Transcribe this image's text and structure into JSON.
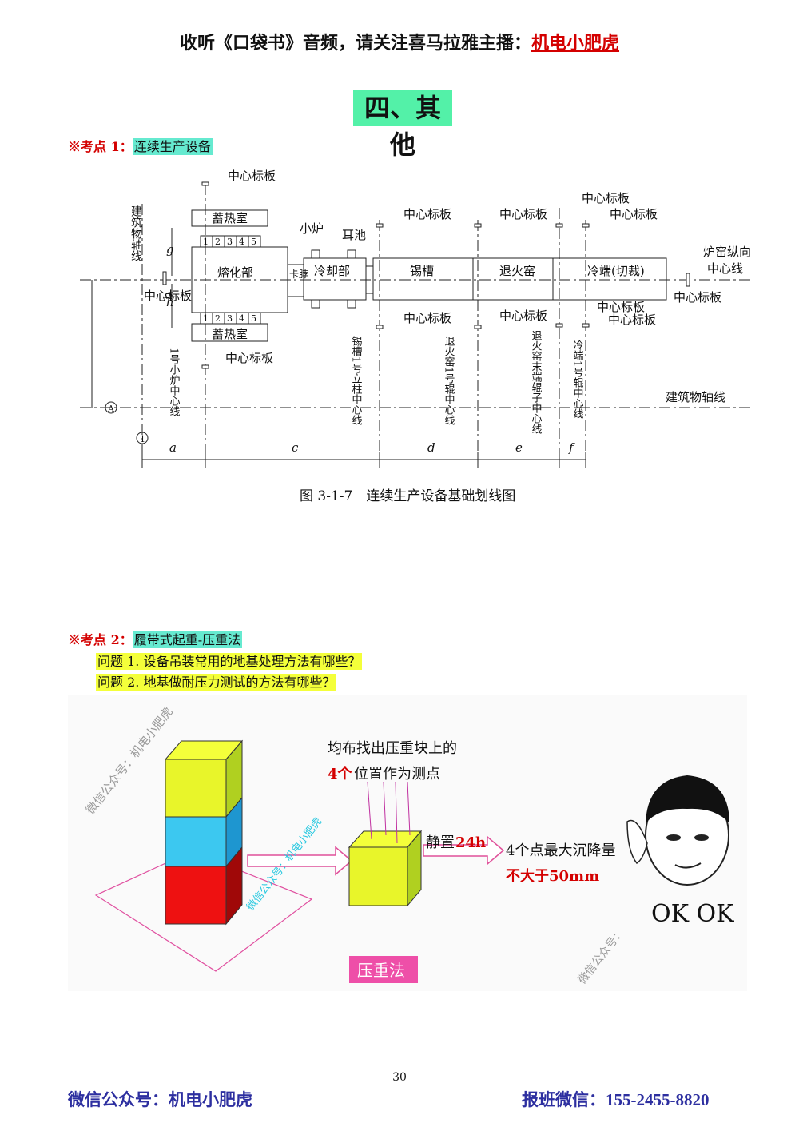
{
  "header": {
    "prefix": "收听《口袋书》音频，请关注喜马拉雅主播：",
    "host": "机电小肥虎"
  },
  "section_title": "四、其他",
  "point1": {
    "label": "※考点 1：",
    "title": "连续生产设备"
  },
  "figure1": {
    "caption": "图 3-1-7　连续生产设备基础划线图",
    "center_plate": "中心标板",
    "building_axis_v": "建筑物轴线",
    "building_axis_h": "建筑物轴线",
    "kiln_axis_1": "炉窑纵向",
    "kiln_axis_2": "中心线",
    "small_furnace": "小炉",
    "ear_pool": "耳池",
    "regen": "蓄热室",
    "melt": "熔化部",
    "card": "卡脖",
    "cool": "冷却部",
    "tin": "锡槽",
    "anneal": "退火窑",
    "cold": "冷端(切裁)",
    "v_label_1": "1号小炉中心线",
    "v_label_2": "锡槽1号立柱中心线",
    "v_label_3": "退火窑1号辊中心线",
    "v_label_4": "退火窑末端辊子中心线",
    "v_label_5": "冷端1号辊中心线",
    "ports": [
      "1",
      "2",
      "3",
      "4",
      "5"
    ],
    "dims": [
      "a",
      "c",
      "d",
      "e",
      "f"
    ],
    "dim_b": "b",
    "dim_g": "g",
    "dim_h": "h",
    "axis_A": "A",
    "axis_1": "1"
  },
  "point2": {
    "label": "※考点 2：",
    "title": "履带式起重-压重法"
  },
  "questions": [
    "问题 1. 设备吊装常用的地基处理方法有哪些？",
    "问题 2. 地基做耐压力测试的方法有哪些？"
  ],
  "figure2": {
    "line1": "均布找出压重块上的",
    "line2_num": "4个",
    "line2_rest": "位置作为测点",
    "rest": "静置",
    "rest_time": "24h",
    "result1": "4个点最大沉降量",
    "result2": "不大于50mm",
    "ok": "OK OK",
    "method": "压重法",
    "watermark1": "微信公众号：机电小肥虎",
    "watermark2": "微信公众号：机电小肥虎",
    "watermark3": "微信公众号："
  },
  "page_number": "30",
  "footer": {
    "left": "微信公众号：机电小肥虎",
    "right_label": "报班微信：",
    "right_num": "155-2455-8820"
  },
  "colors": {
    "red": "#d40000",
    "section_bg": "#53f1a8",
    "highlight_cyan": "#66ead0",
    "highlight_yellow": "#f4ff3a",
    "footer_blue": "#2d2fa0",
    "block_yellow": "#e8f52a",
    "block_cyan": "#3cc8f0",
    "block_red": "#ee1111",
    "method_pink": "#ee4fa8"
  }
}
